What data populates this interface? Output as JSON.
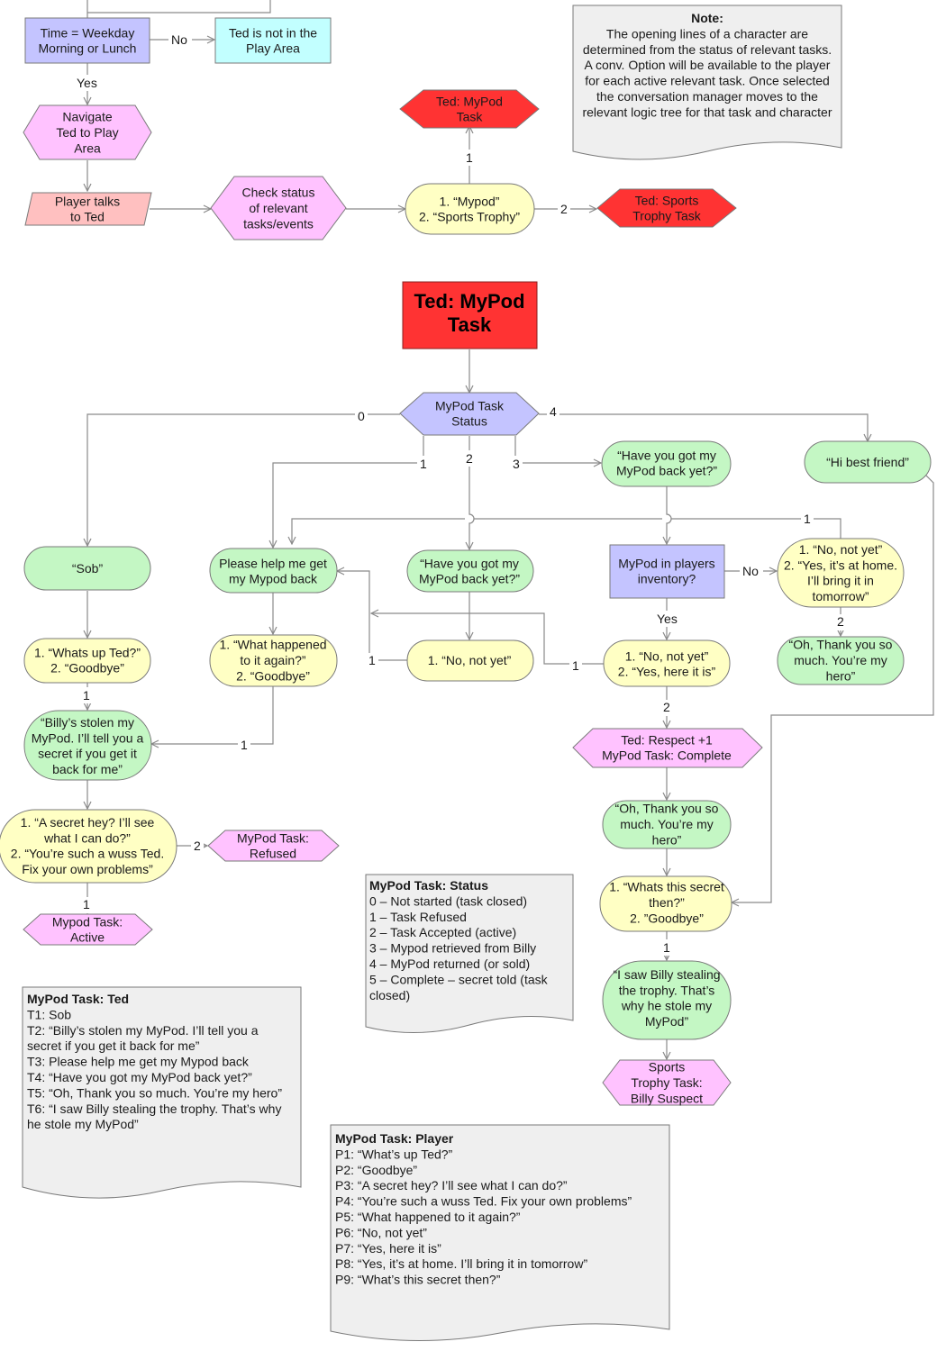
{
  "colors": {
    "purple": "#c4c4ff",
    "cyan": "#c2ffff",
    "pink": "#ffc2ff",
    "red": "#ff3333",
    "salmon": "#ffc0c0",
    "yellow": "#ffffc4",
    "green": "#c4f7c4",
    "note": "#efefef",
    "line": "#8a8a8a"
  },
  "nodes": {
    "time_check": [
      "Time = Weekday",
      "Morning or Lunch"
    ],
    "not_in_play": [
      "Ted is not in the",
      "Play Area"
    ],
    "navigate": [
      "Navigate",
      "Ted to Play",
      "Area"
    ],
    "player_talks": [
      "Player talks",
      "to Ted"
    ],
    "check_status": [
      "Check status",
      "of relevant",
      "tasks/events"
    ],
    "options_top": [
      "1. “Mypod”",
      "2. “Sports Trophy”"
    ],
    "mypod_task_link": [
      "Ted: MyPod",
      "Task"
    ],
    "sports_task_link": [
      "Ted: Sports",
      "Trophy Task"
    ],
    "title": [
      "Ted: MyPod",
      "Task"
    ],
    "task_status": [
      "MyPod Task",
      "Status"
    ],
    "have_you_got_top": [
      "“Have you got my",
      "MyPod back yet?”"
    ],
    "hi_best_friend": [
      "“Hi best friend”"
    ],
    "sob": [
      "“Sob”"
    ],
    "please_help": [
      "Please help me get",
      "my Mypod back"
    ],
    "have_you_got_mid": [
      "“Have you got my",
      "MyPod back yet?”"
    ],
    "in_inventory": [
      "MyPod in players",
      "inventory?"
    ],
    "no_not_yet_home": [
      "1. “No, not yet”",
      "2. “Yes, it’s at home.",
      "I’ll bring it in",
      "tomorrow”"
    ],
    "whats_up": [
      "1. “Whats up Ted?”",
      "2. “Goodbye”"
    ],
    "what_happened": [
      "1. “What happened",
      "to it again?”",
      "2. “Goodbye”"
    ],
    "no_not_yet": [
      "1. “No, not yet”"
    ],
    "no_yes_here": [
      "1. “No, not yet”",
      "2. “Yes, here it is”"
    ],
    "thank_you_right": [
      "“Oh, Thank you so",
      "much.  You’re my",
      "hero”"
    ],
    "billys_stolen": [
      "“Billy’s stolen my",
      "MyPod.  I’ll tell you a",
      "secret if you get it",
      "back for me”"
    ],
    "respect": [
      "Ted: Respect +1",
      "MyPod Task: Complete"
    ],
    "secret_options": [
      "1. “A secret hey? I’ll see",
      "what I can do?”",
      "2. “You’re such a wuss Ted.",
      "Fix your own problems”"
    ],
    "refused": [
      "MyPod Task:",
      "Refused"
    ],
    "thank_you_mid": [
      "“Oh, Thank you so",
      "much.  You’re my",
      "hero”"
    ],
    "active": [
      "Mypod Task:",
      "Active"
    ],
    "whats_this_secret": [
      "1. “Whats this secret",
      "then?”",
      "2. ”Goodbye”"
    ],
    "saw_billy": [
      "“I saw Billy stealing",
      "the trophy.  That’s",
      "why he stole my",
      "MyPod”"
    ],
    "sports_suspect": [
      "Sports",
      "Trophy Task:",
      "Billy Suspect"
    ]
  },
  "edge_labels": {
    "no": "No",
    "yes": "Yes",
    "top_1": "1",
    "top_2": "2",
    "status_0": "0",
    "status_1": "1",
    "status_2": "2",
    "status_3": "3",
    "status_4": "4",
    "cross_1": "1",
    "inv_no": "No",
    "inv_yes": "Yes",
    "home_2": "2",
    "whats_up_1": "1",
    "left_1": "1",
    "right_1": "1",
    "what_happened_1": "1",
    "here_2": "2",
    "secret_2": "2",
    "secret_1": "1",
    "whats_this_1": "1"
  },
  "notes": {
    "top_note": {
      "title": "Note:",
      "lines": [
        "The opening lines of a character are",
        "determined from the status of relevant tasks.",
        "A conv. Option will be available to the player",
        "for each active relevant task.  Once selected",
        "the conversation manager moves to the",
        "relevant logic tree for that task and character"
      ]
    },
    "status_note": {
      "title": "MyPod Task: Status",
      "lines": [
        "0 – Not started (task closed)",
        "1 – Task Refused",
        "2 – Task Accepted (active)",
        "3 – Mypod retrieved from Billy",
        "4 – MyPod returned (or sold)",
        "5 – Complete – secret told (task",
        "closed)"
      ]
    },
    "ted_note": {
      "title": "MyPod Task: Ted",
      "lines": [
        "T1: Sob",
        "T2: “Billy’s stolen my MyPod.  I’ll tell you a",
        "secret if you get it back for me”",
        "T3: Please help me get my Mypod back",
        "T4: “Have you got my MyPod back yet?”",
        "T5: “Oh, Thank you so much.  You’re my hero”",
        "T6: “I saw Billy stealing  the trophy.  That’s why",
        "he stole my MyPod”"
      ]
    },
    "player_note": {
      "title": "MyPod Task: Player",
      "lines": [
        "P1: “What’s up Ted?”",
        "P2: “Goodbye”",
        "P3: “A secret hey? I’ll see what I can do?”",
        "P4: “You’re such a wuss Ted.  Fix your own problems”",
        "P5: “What happened to it again?”",
        "P6: “No, not yet”",
        "P7: “Yes, here it is”",
        "P8: “Yes, it’s at home.  I’ll bring it in tomorrow”",
        "P9: “What’s this secret then?”"
      ]
    }
  }
}
